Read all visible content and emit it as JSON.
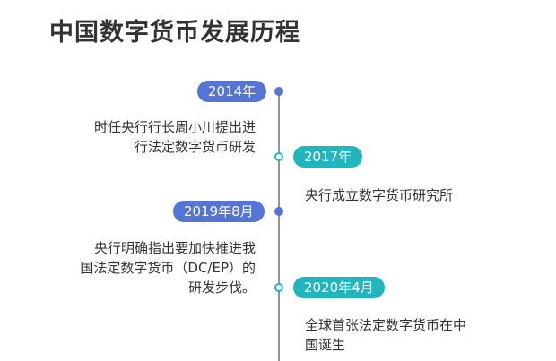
{
  "title": "中国数字货币发展历程",
  "colors": {
    "blue": "#5474d6",
    "teal": "#21b6bd",
    "axis": "#8f939c"
  },
  "events": [
    {
      "date": "2014年",
      "side": "left",
      "lines": [
        "时任央行行长周小川提出进",
        "行法定数字货币研发"
      ]
    },
    {
      "date": "2017年",
      "side": "right",
      "lines": [
        "央行成立数字货币研究所"
      ]
    },
    {
      "date": "2019年8月",
      "side": "left",
      "lines": [
        "央行明确指出要加快推进我",
        "国法定数字货币（DC/EP）的",
        "研发步伐。"
      ]
    },
    {
      "date": "2020年4月",
      "side": "right",
      "lines": [
        "全球首张法定数字货币在中",
        "国诞生"
      ]
    }
  ]
}
